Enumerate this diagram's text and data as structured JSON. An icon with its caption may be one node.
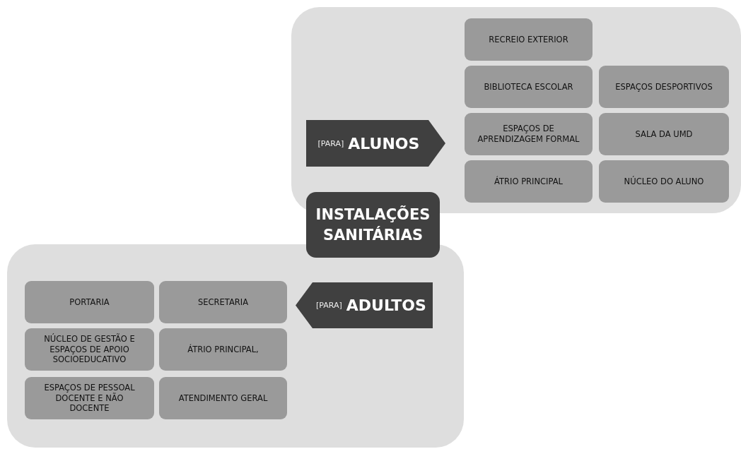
{
  "diagram": {
    "nodes": [
      {
        "text": [],
        "shape": "box"
      },
      {
        "text": [
          "[PARA]",
          "ALUNOS"
        ],
        "in": 0
      },
      {
        "text": [
          "RECREIO EXTERIOR"
        ],
        "in": 0
      },
      {
        "text": [
          "BIBLIOTECA ESCOLAR"
        ],
        "in": 0
      },
      {
        "text": [
          "ESPAÇOS DESPORTIVOS"
        ],
        "in": 0
      },
      {
        "text": [
          "ESPAÇOS DE APRENDIZAGEM FORMAL"
        ],
        "in": 0
      },
      {
        "text": [
          "SALA DA UMD"
        ],
        "in": 0
      },
      {
        "text": [
          "ÁTRIO PRINCIPAL"
        ],
        "in": 0
      },
      {
        "text": [
          "NÚCLEO DO ALUNO"
        ],
        "in": 0
      },
      {
        "text": [
          "INSTALAÇÕES SANITÁRIAS"
        ]
      },
      {
        "text": [],
        "shape": "box"
      },
      {
        "text": [
          "[PARA]",
          "ADULTOS"
        ],
        "in": 10
      },
      {
        "text": [
          "PORTARIA"
        ],
        "in": 10
      },
      {
        "text": [
          "SECRETARIA"
        ],
        "in": 10
      },
      {
        "text": [
          "NÚCLEO DE GESTÃO E ESPAÇOS DE APOIO SOCIOEDUCATIVO"
        ],
        "in": 10
      },
      {
        "text": [
          "ÁTRIO PRINCIPAL,"
        ],
        "in": 10
      },
      {
        "text": [
          "ESPAÇOS DE PESSOAL DOCENTE E NÃO DOCENTE"
        ],
        "in": 10
      },
      {
        "text": [
          "ATENDIMENTO GERAL"
        ],
        "in": 10
      }
    ],
    "edges": []
  }
}
